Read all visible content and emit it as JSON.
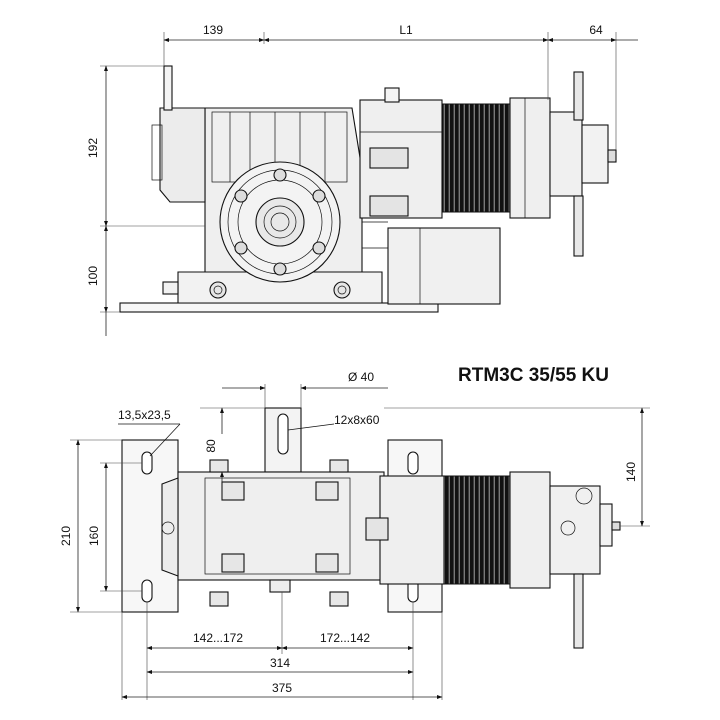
{
  "title": "RTM3C 35/55 KU",
  "front_view": {
    "dim_left_top": "139",
    "dim_middle_top": "L1",
    "dim_right_top": "64",
    "dim_height_upper": "192",
    "dim_height_lower": "100"
  },
  "top_view": {
    "shaft_diameter": "Ø  40",
    "keyway": "12x8x60",
    "slot_size": "13,5x23,5",
    "shaft_height": "80",
    "right_height": "140",
    "width_total": "210",
    "width_holes": "160",
    "span_left": "142...172",
    "span_right": "172...142",
    "dim_314": "314",
    "dim_375": "375"
  },
  "colors": {
    "line": "#111111",
    "motor_body": "#1a1a1a",
    "housing": "#efefef",
    "plate": "#f7f7f7"
  }
}
